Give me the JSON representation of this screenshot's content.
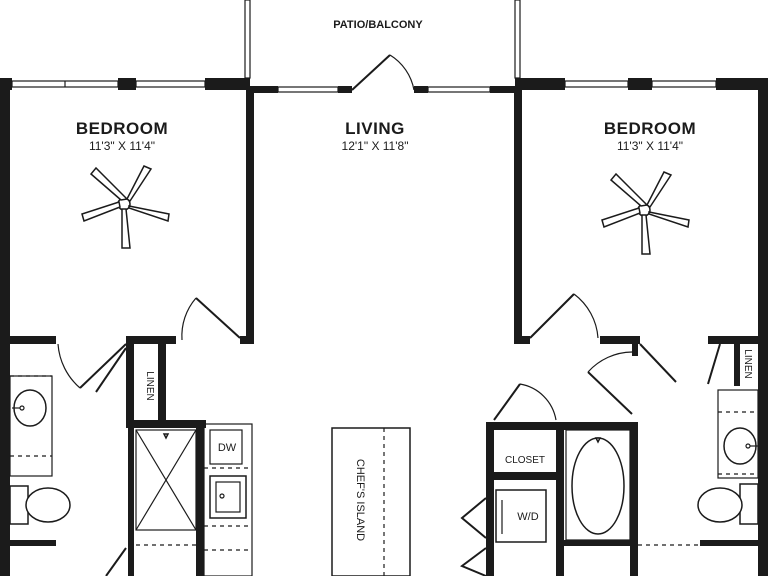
{
  "labels": {
    "patio": "PATIO/BALCONY",
    "bedroom_left": "BEDROOM",
    "bedroom_left_dim": "11'3\" X 11'4\"",
    "living": "LIVING",
    "living_dim": "12'1\" X 11'8\"",
    "bedroom_right": "BEDROOM",
    "bedroom_right_dim": "11'3\" X 11'4\"",
    "linen_left": "LINEN",
    "linen_right": "LINEN",
    "dw": "DW",
    "closet": "CLOSET",
    "wd": "W/D",
    "island": "CHEF'S ISLAND"
  },
  "icons": [
    "ceiling-fan-icon",
    "sink-icon",
    "toilet-icon",
    "bathtub-icon",
    "shower-icon",
    "door-swing-icon"
  ],
  "colors": {
    "line": "#1b1b1b",
    "background": "#ffffff"
  }
}
